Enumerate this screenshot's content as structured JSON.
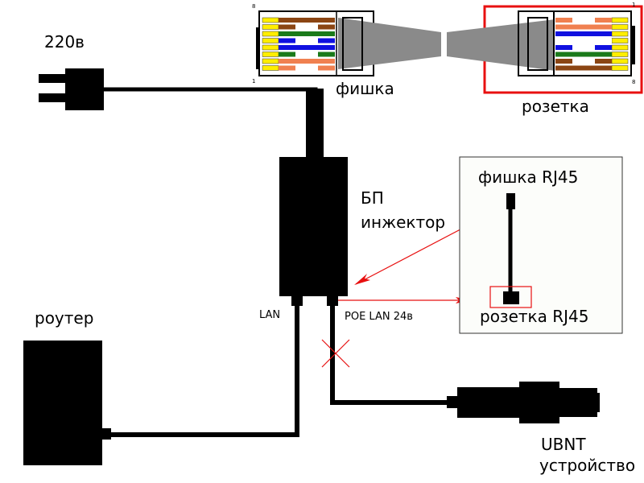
{
  "labels": {
    "power": "220в",
    "plug_label": "фишка",
    "socket_label": "розетка",
    "psu_line1": "БП",
    "psu_line2": "инжектор",
    "router": "роутер",
    "lan": "LAN",
    "poe": "POE LAN 24в",
    "inset_plug": "фишка RJ45",
    "inset_socket": "розетка RJ45",
    "device_line1": "UBNT",
    "device_line2": "устройство"
  },
  "connectors": {
    "plug_pin_top": "8",
    "plug_pin_bottom": "1",
    "socket_pin_top": "1",
    "socket_pin_bottom": "8",
    "plug_wires": [
      {
        "color": "#8b4513",
        "striped": false
      },
      {
        "color": "#8b4513",
        "striped": true
      },
      {
        "color": "#1a7a1a",
        "striped": false
      },
      {
        "color": "#1010e0",
        "striped": true
      },
      {
        "color": "#1010e0",
        "striped": false
      },
      {
        "color": "#1a7a1a",
        "striped": true
      },
      {
        "color": "#f08050",
        "striped": false
      },
      {
        "color": "#f08050",
        "striped": true
      }
    ],
    "socket_wires": [
      {
        "color": "#f08050",
        "striped": true
      },
      {
        "color": "#f08050",
        "striped": false
      },
      {
        "color": "#1010e0",
        "striped": false
      },
      {
        "color": "#ffffff",
        "striped": false
      },
      {
        "color": "#1010e0",
        "striped": true
      },
      {
        "color": "#1a7a1a",
        "striped": false
      },
      {
        "color": "#8b4513",
        "striped": true
      },
      {
        "color": "#8b4513",
        "striped": false
      }
    ]
  },
  "colors": {
    "highlight": "#e81010",
    "pin": "#ffee00",
    "cable": "#8a8a8a"
  }
}
